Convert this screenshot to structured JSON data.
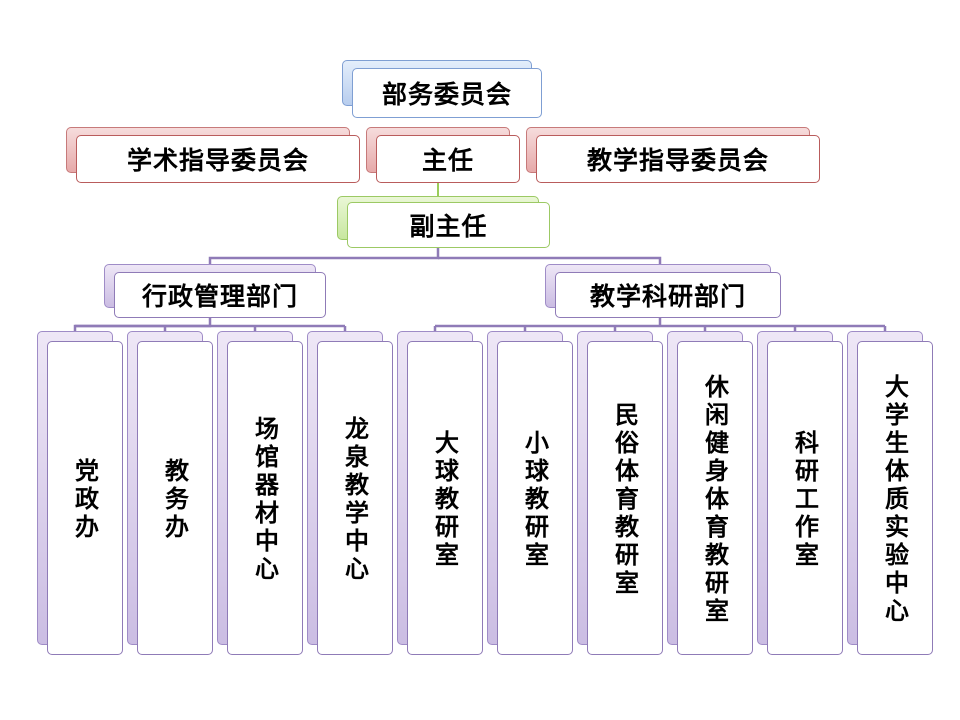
{
  "top": {
    "label": "部务委员会"
  },
  "level2": {
    "left": {
      "label": "学术指导委员会"
    },
    "center": {
      "label": "主任"
    },
    "right": {
      "label": "教学指导委员会"
    }
  },
  "deputy": {
    "label": "副主任"
  },
  "departments": {
    "admin": {
      "label": "行政管理部门",
      "units": [
        {
          "label": "党政办"
        },
        {
          "label": "教务办"
        },
        {
          "label": "场馆器材中心"
        },
        {
          "label": "龙泉教学中心"
        }
      ]
    },
    "teaching": {
      "label": "教学科研部门",
      "units": [
        {
          "label": "大球教研室"
        },
        {
          "label": "小球教研室"
        },
        {
          "label": "民俗体育教研室"
        },
        {
          "label": "休闲健身体育教研室"
        },
        {
          "label": "科研工作室"
        },
        {
          "label": "大学生体质实验中心"
        }
      ]
    }
  },
  "colors": {
    "connector_green": "#9acd5a",
    "connector_purple": "#8f7bb7"
  }
}
